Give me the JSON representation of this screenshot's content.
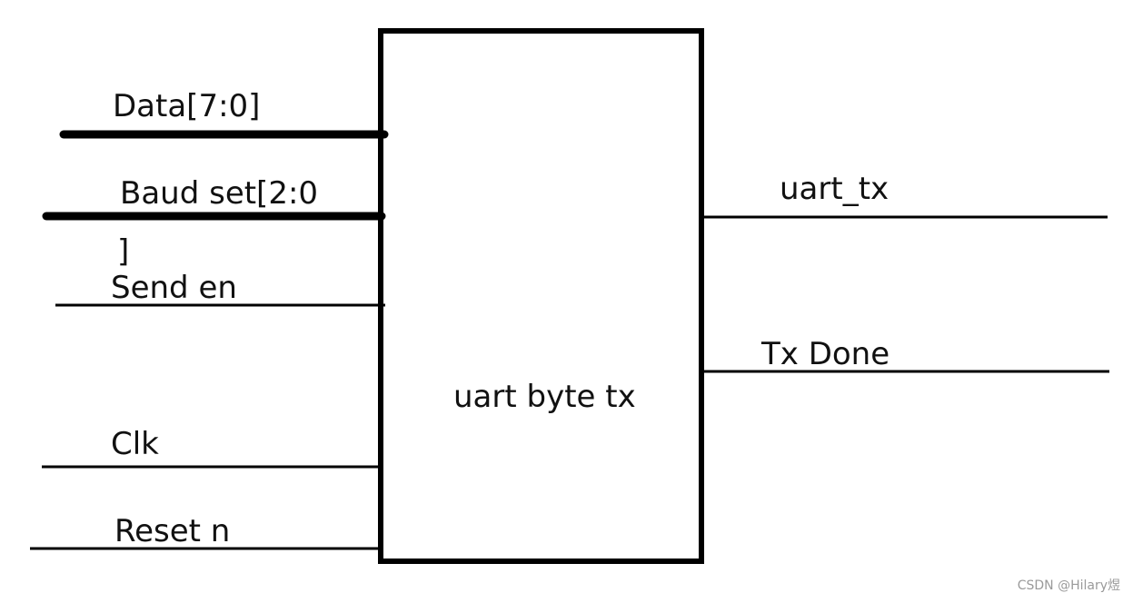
{
  "block": {
    "name": "uart byte tx"
  },
  "inputs": [
    {
      "label": "Data[7:0]",
      "bus": true
    },
    {
      "label": "Baud set[2:0",
      "label_cont": "]",
      "bus": true
    },
    {
      "label": "Send en",
      "bus": false
    },
    {
      "label": "Clk",
      "bus": false
    },
    {
      "label": "Reset n",
      "bus": false
    }
  ],
  "outputs": [
    {
      "label": "uart_tx",
      "bus": false
    },
    {
      "label": "Tx Done",
      "bus": false
    }
  ],
  "watermark": "CSDN @Hilary煜",
  "colors": {
    "line": "#000000",
    "text": "#111111",
    "watermark": "#9a9a9a"
  }
}
